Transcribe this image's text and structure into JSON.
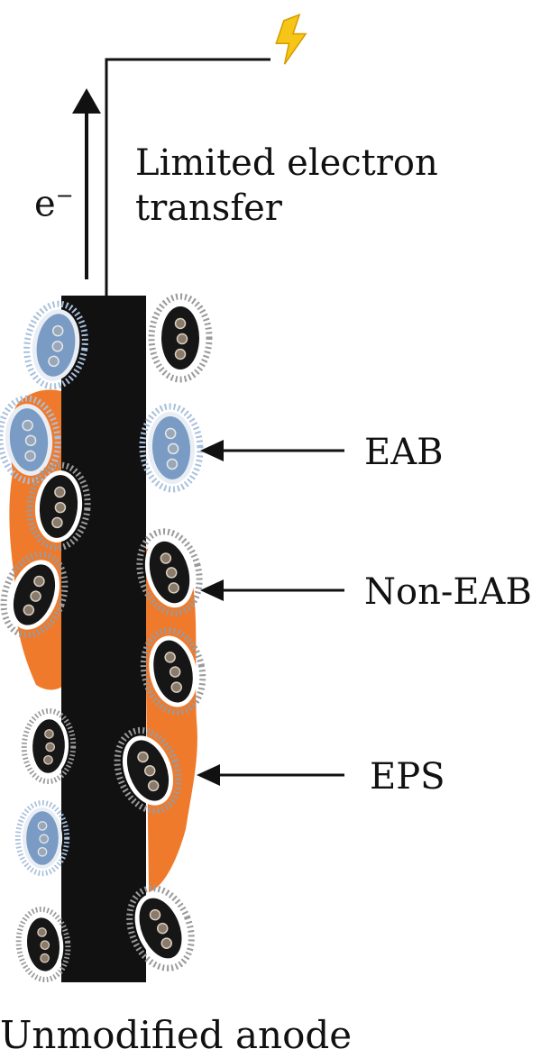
{
  "labels": {
    "electron": "e",
    "electron_charge": "−",
    "limited_line1": "Limited electron",
    "limited_line2": "transfer",
    "eab": "EAB",
    "non_eab": "Non-EAB",
    "eps": "EPS",
    "caption": "Unmodified anode"
  },
  "colors": {
    "anode": "#111111",
    "eps": "#f07a2c",
    "eab_cell": "#7a9cc4",
    "non_eab_cell": "#161616",
    "bolt": "#f5c518"
  },
  "icons": {
    "power": "lightning-bolt-icon"
  }
}
